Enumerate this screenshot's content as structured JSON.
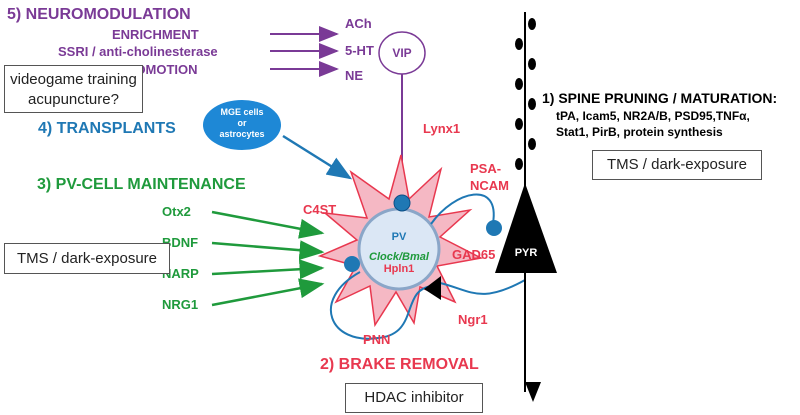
{
  "neuromodulation": {
    "title": "5) NEUROMODULATION",
    "inputs": [
      "ENRICHMENT",
      "SSRI / anti-cholinesterase",
      "LOCOMOTION"
    ],
    "transmitters": [
      "ACh",
      "5-HT",
      "NE"
    ],
    "cell": "VIP"
  },
  "transplants": {
    "title": "4) TRANSPLANTS",
    "bubble_line1": "MGE cells",
    "bubble_line2": "or",
    "bubble_line3": "astrocytes"
  },
  "pv_maintenance": {
    "title": "3) PV-CELL MAINTENANCE",
    "factors": [
      "Otx2",
      "BDNF",
      "NARP",
      "NRG1"
    ]
  },
  "brake_removal": {
    "title": "2) BRAKE REMOVAL",
    "labels": {
      "lynx1": "Lynx1",
      "c4st": "C4ST",
      "psa_ncam_1": "PSA-",
      "psa_ncam_2": "NCAM",
      "gad65": "GAD65",
      "ngr1": "Ngr1",
      "pnn": "PNN"
    }
  },
  "pv_cell": {
    "name": "PV",
    "clock": "Clock/Bmal",
    "hpln1": "Hpln1"
  },
  "pyr_cell": {
    "name": "PYR"
  },
  "spine_pruning": {
    "title": "1) SPINE PRUNING / MATURATION:",
    "line1": "tPA, Icam5, NR2A/B, PSD95,TNFα,",
    "line2": "Stat1, PirB, protein synthesis"
  },
  "boxes": {
    "videogame_line1": "videogame training",
    "videogame_line2": "acupuncture?",
    "tms_right": "TMS / dark-exposure",
    "tms_left": "TMS / dark-exposure",
    "hdac": "HDAC inhibitor"
  },
  "colors": {
    "purple": "#7a3a96",
    "blue": "#1f78b4",
    "green": "#1f9a3c",
    "red": "#e8384f",
    "pink_fill": "#f5b8c4",
    "pv_fill": "#dbe7f5"
  }
}
